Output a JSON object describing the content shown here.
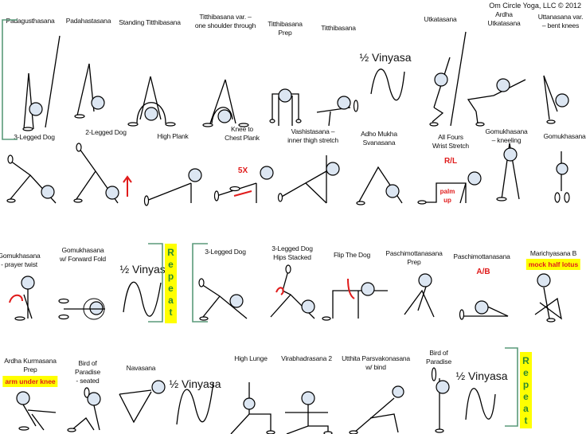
{
  "copyright": "Om Circle Yoga, LLC © 2012",
  "vinyasa_label": "½ Vinyasa",
  "repeat_letters": [
    "R",
    "e",
    "p",
    "e",
    "a",
    "t"
  ],
  "colors": {
    "head_fill": "#dce6f2",
    "bracket": "#5a9a7a",
    "accent_red": "#e01b1b",
    "highlight": "#ffff00",
    "repeat_text": "#2e8b2e"
  },
  "row1": [
    [
      "Padagusthasana"
    ],
    [
      "Padahastasana"
    ],
    [
      "Standing Titthibasana"
    ],
    [
      "Titthibasana var. –",
      "one shoulder through"
    ],
    [
      "Titthibasana",
      "Prep"
    ],
    [
      "Titthibasana"
    ],
    [
      "Utkatasana"
    ],
    [
      "Ardha",
      "Utkatasana"
    ],
    [
      "Uttanasana var.",
      "– bent knees"
    ]
  ],
  "row2": [
    [
      "3-Legged Dog"
    ],
    [
      "2-Legged Dog"
    ],
    [
      "High Plank"
    ],
    [
      "Knee to",
      "Chest Plank"
    ],
    [
      "Vashistasana –",
      "inner thigh stretch"
    ],
    [
      "Adho Mukha",
      "Svanasana"
    ],
    [
      "All Fours",
      "Wrist Stretch"
    ],
    [
      "Gomukhasana",
      "– kneeling"
    ],
    [
      "Gomukhasana"
    ]
  ],
  "row3": [
    [
      "Gomukhasana",
      "- prayer twist"
    ],
    [
      "Gomukhasana",
      "w/ Forward Fold"
    ],
    [
      "3-Legged Dog"
    ],
    [
      "3-Legged Dog",
      "Hips Stacked"
    ],
    [
      "Flip The Dog"
    ],
    [
      "Paschimottanasana",
      "Prep"
    ],
    [
      "Paschimottanasana"
    ],
    [
      "Marichyasana B"
    ]
  ],
  "row4": [
    [
      "Ardha Kurmasana",
      "Prep"
    ],
    [
      "Bird of",
      "Paradise",
      "- seated"
    ],
    [
      "Navasana"
    ],
    [
      "High Lunge"
    ],
    [
      "Virabhadrasana 2"
    ],
    [
      "Utthita Parsvakonasana",
      "w/ bind"
    ],
    [
      "Bird of",
      "Paradise"
    ]
  ],
  "annotations": {
    "knee_reps": "5X",
    "sides": "R/L",
    "palm": "palm",
    "up": "up",
    "pasch_variant": "A/B",
    "marichyasana_note": "mock half lotus",
    "kurmasana_note": "arm under knee"
  }
}
